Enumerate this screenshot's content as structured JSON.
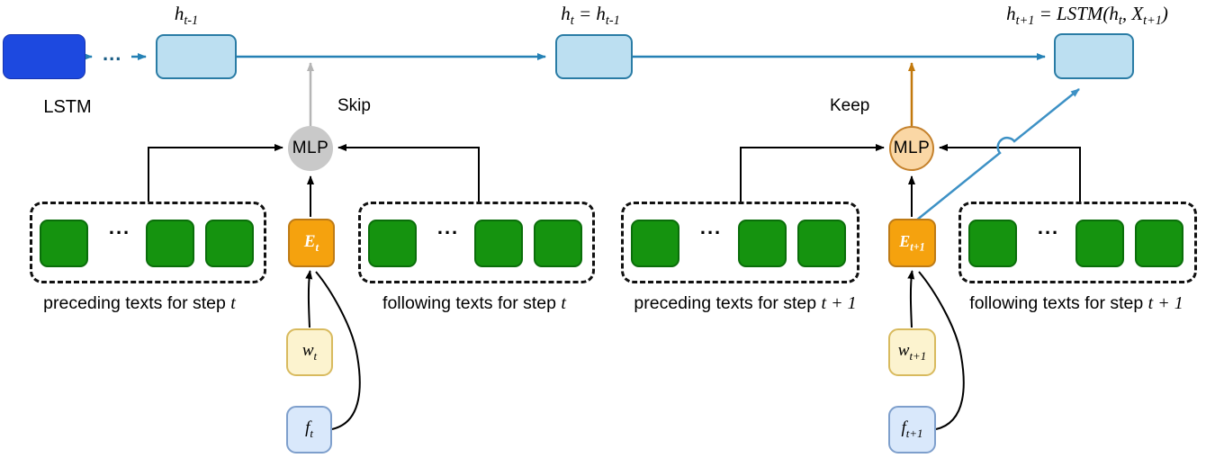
{
  "diagram": {
    "dots": "...",
    "top": {
      "lstm_label": "LSTM",
      "h_prev": "h_{t-1}",
      "h_t": "h_{t} = h_{t-1}",
      "h_next": "h_{t+1} = LSTM(h_{t}, X_{t+1})"
    },
    "gates": {
      "skip_label": "Skip",
      "keep_label": "Keep",
      "mlp_label": "MLP"
    },
    "embeddings": {
      "e_t": "E_{t}",
      "e_next": "E_{t+1}",
      "w_t": "w_{t}",
      "w_next": "w_{t+1}",
      "f_t": "f_{t}",
      "f_next": "f_{t+1}"
    },
    "groups": [
      {
        "id": "preceding-t",
        "label_prefix": "preceding texts for step ",
        "label_math": "t"
      },
      {
        "id": "following-t",
        "label_prefix": "following texts for step ",
        "label_math": "t"
      },
      {
        "id": "preceding-t1",
        "label_prefix": "preceding texts for step ",
        "label_math": "t + 1"
      },
      {
        "id": "following-t1",
        "label_prefix": "following texts for step ",
        "label_math": "t + 1"
      }
    ],
    "colors": {
      "lstm_fill": "#1d49e0",
      "hidden_fill": "#bcdff1",
      "hidden_border": "#2a7ca5",
      "teal_arrow": "#2581b5",
      "diag_arrow": "#3d91c5",
      "gray_circle": "#c9c9c9",
      "gray_arrow": "#b5b5b5",
      "keep_circle_fill": "#fad7a5",
      "keep_circle_border": "#c4812c",
      "orange_arrow": "#c2790d",
      "embed_fill": "#f5a20e",
      "embed_border": "#be7b16",
      "token_fill": "#15930f",
      "token_border": "#0a6e0a",
      "word_fill": "#fcf3cf",
      "word_border": "#d8ba5e",
      "feat_fill": "#d9e8fb",
      "feat_border": "#7e9fcc"
    }
  }
}
